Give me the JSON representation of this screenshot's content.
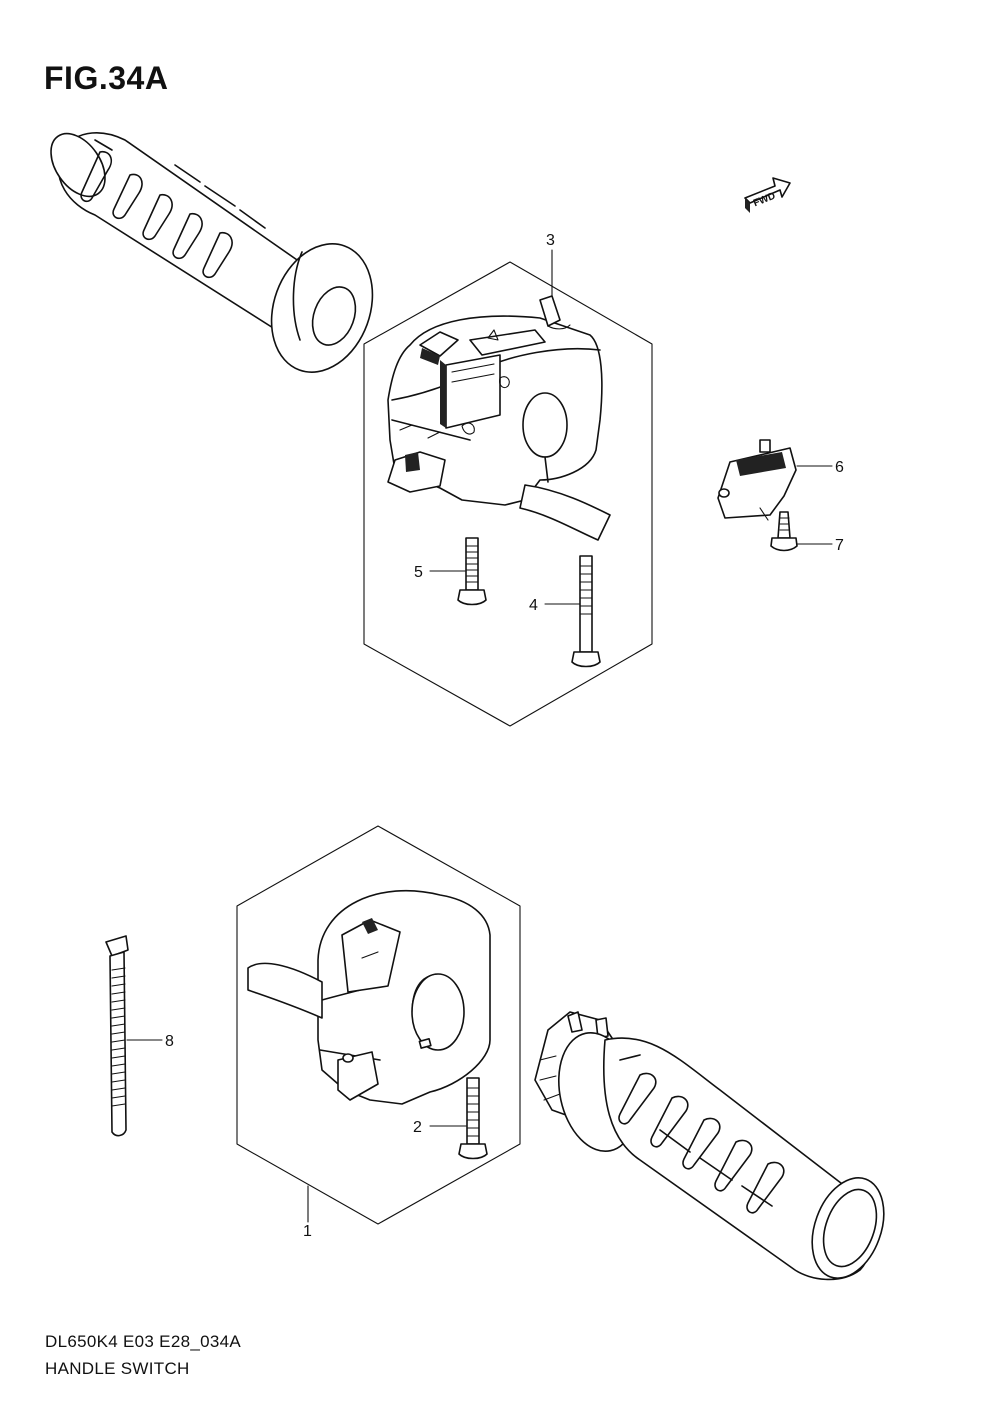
{
  "figure": {
    "title": "FIG.34A",
    "model_code": "DL650K4 E03 E28_034A",
    "section_name": "HANDLE SWITCH",
    "fwd_label": "FWD"
  },
  "callouts": [
    {
      "id": "1",
      "label": "1"
    },
    {
      "id": "2",
      "label": "2"
    },
    {
      "id": "3",
      "label": "3"
    },
    {
      "id": "4",
      "label": "4"
    },
    {
      "id": "5",
      "label": "5"
    },
    {
      "id": "6",
      "label": "6"
    },
    {
      "id": "7",
      "label": "7"
    },
    {
      "id": "8",
      "label": "8"
    }
  ],
  "colors": {
    "ink": "#111111",
    "paper": "#ffffff"
  }
}
